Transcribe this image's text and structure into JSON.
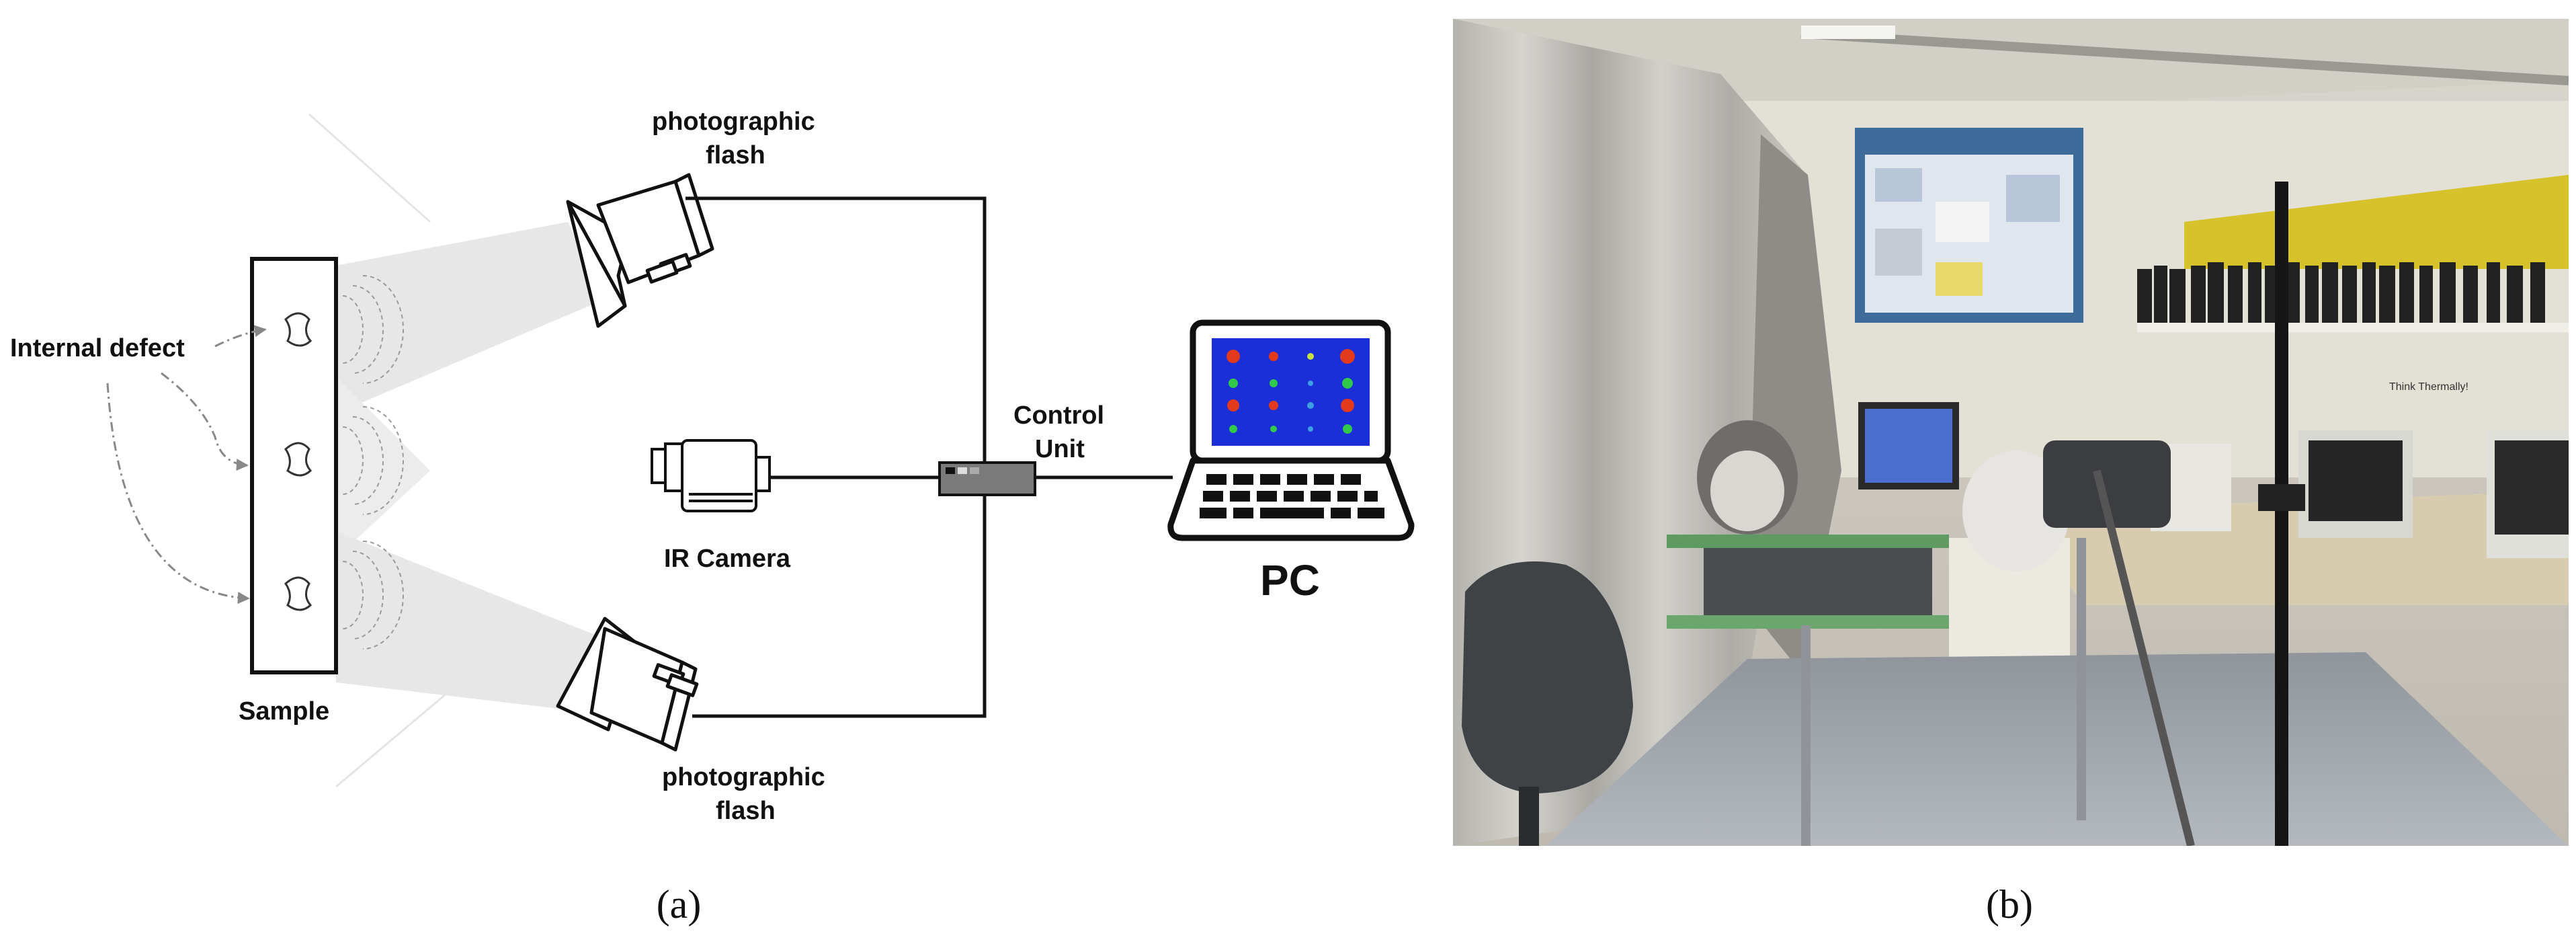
{
  "panel_a": {
    "caption": "(a)",
    "labels": {
      "internal_defect": "Internal defect",
      "sample": "Sample",
      "flash_top_line1": "photographic",
      "flash_top_line2": "flash",
      "ir_camera": "IR Camera",
      "flash_bottom_line1": "photographic",
      "flash_bottom_line2": "flash",
      "control_unit_line1": "Control",
      "control_unit_line2": "Unit",
      "pc": "PC"
    }
  },
  "panel_b": {
    "caption": "(b)",
    "poster_heading": "Think Thermally!"
  },
  "colors": {
    "line": "#111111",
    "beam": "#e6e6e6",
    "screen": "#1b2fd8",
    "hot_spot": "#e23a1a",
    "warm_spot": "#32c84a"
  }
}
